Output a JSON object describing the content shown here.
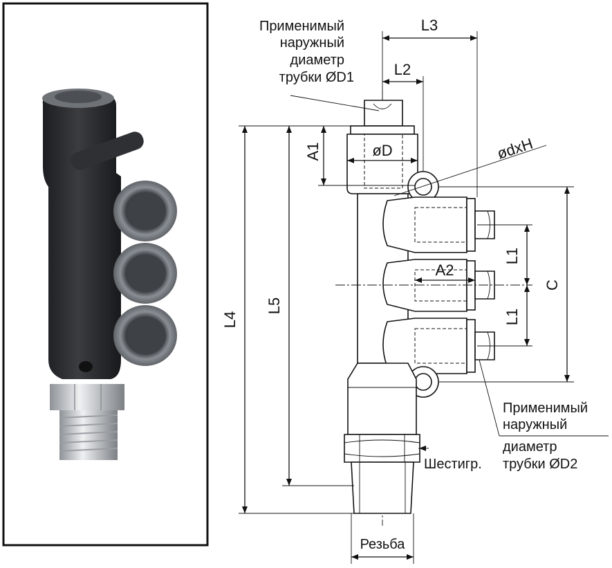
{
  "labels": {
    "L3": "L3",
    "L2": "L2",
    "A1": "A1",
    "oD": "øD",
    "odxH": "ødxH",
    "L1_top": "L1",
    "L1_bottom": "L1",
    "A2": "A2",
    "C": "C",
    "L4": "L4",
    "L5": "L5"
  },
  "notes": {
    "d1": [
      "Применимый",
      "наружный",
      "диаметр",
      "трубки ØD1"
    ],
    "d2_line1": "Применимый",
    "d2_line2": "наружный",
    "d2_line3": "диаметр",
    "hex": "Шестигр.",
    "d2_tube": "трубки ØD2",
    "thread": "Резьба"
  },
  "colors": {
    "fitting_body": "#2b2d30",
    "collet": "#7d8288",
    "metal": "#c9ccd0",
    "frame": "#111111"
  }
}
